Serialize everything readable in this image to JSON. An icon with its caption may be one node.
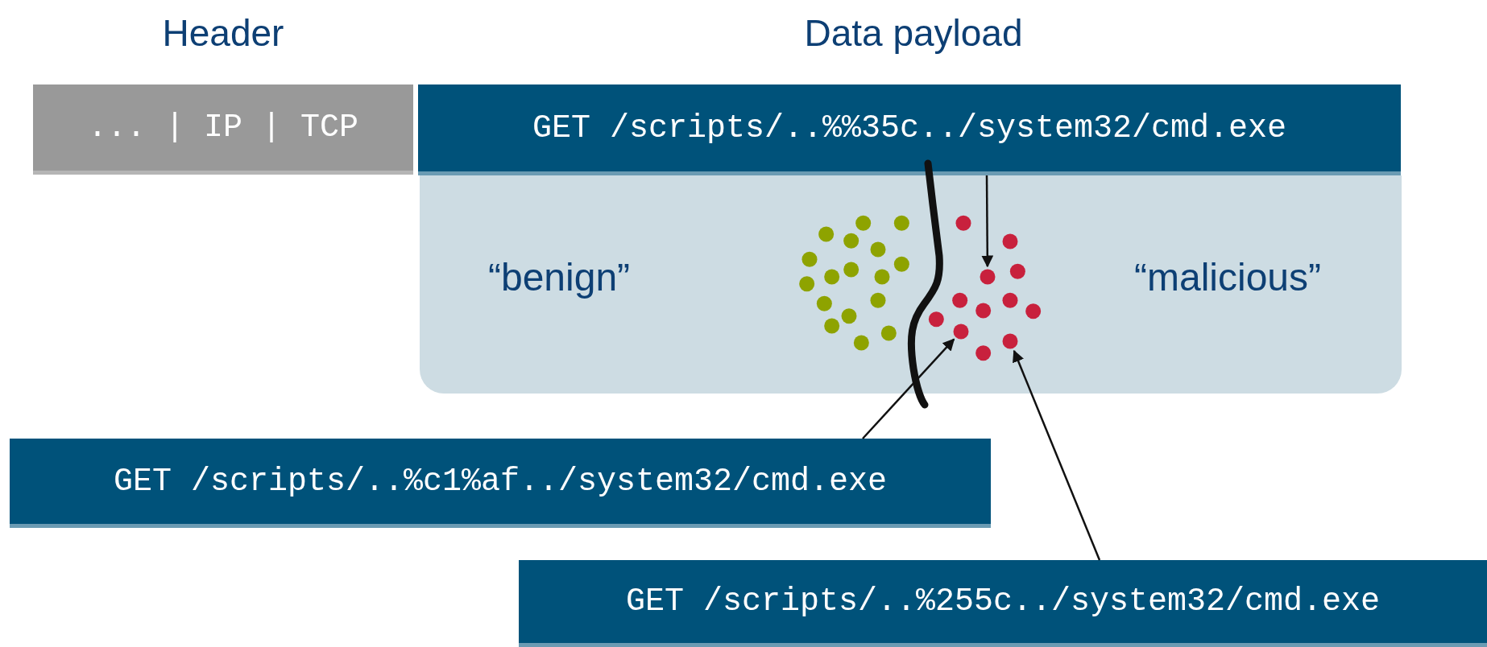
{
  "diagram": {
    "nodes": [
      {
        "text": [
          "Header",
          "... | IP | TCP"
        ]
      },
      {
        "text": [
          "Data payload",
          "GET /scripts/..%%35c../system32/cmd.exe"
        ]
      },
      {
        "text": [
          "“benign”",
          "“malicious”"
        ]
      },
      {
        "text": [],
        "shape": "circle",
        "in": 2
      },
      {
        "text": [],
        "shape": "circle",
        "in": 2
      },
      {
        "text": [],
        "shape": "circle",
        "in": 2
      },
      {
        "text": [
          "GET /scripts/..%c1%af../system32/cmd.exe"
        ]
      },
      {
        "text": [
          "GET /scripts/..%255c../system32/cmd.exe"
        ]
      }
    ],
    "edges": [
      {
        "from": 1,
        "to": 4,
        "arrow": "to"
      },
      {
        "from": 6,
        "to": 3,
        "arrow": "to"
      },
      {
        "from": 7,
        "to": 5,
        "arrow": "to"
      }
    ]
  }
}
